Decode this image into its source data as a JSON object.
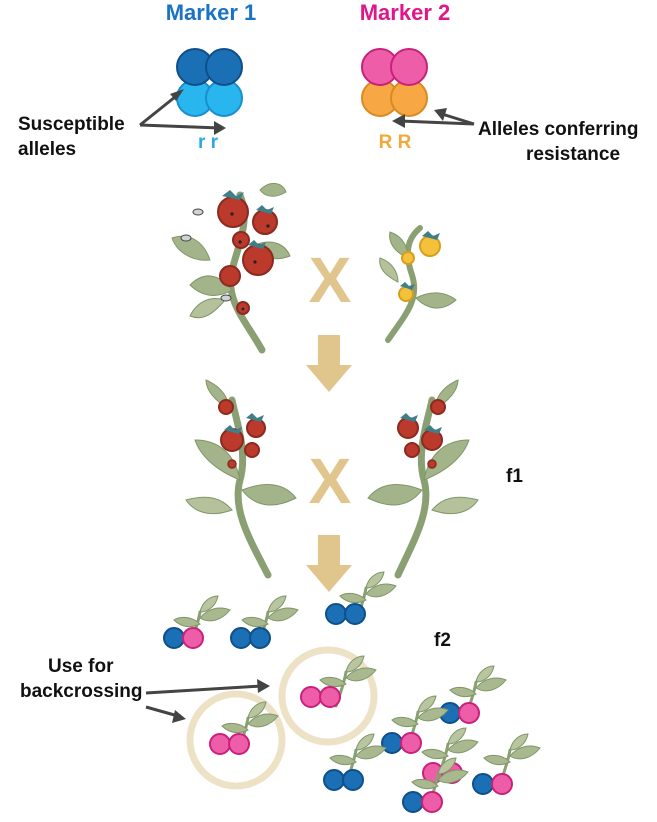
{
  "markers": {
    "marker1": {
      "label": "Marker 1",
      "color": "#1a73c4",
      "genotype": "r r",
      "genotype_color": "#29a8e8"
    },
    "marker2": {
      "label": "Marker 2",
      "color": "#e0178a",
      "genotype": "R R",
      "genotype_color": "#f2a93b"
    }
  },
  "labels": {
    "susceptible_line1": "Susceptible",
    "susceptible_line2": "alleles",
    "resistance_line1": "Alleles conferring",
    "resistance_line2": "resistance",
    "cross_symbol_top": "X",
    "cross_symbol_mid": "X",
    "f1": "f1",
    "f2": "f2",
    "backcross_line1": "Use for",
    "backcross_line2": "backcrossing"
  },
  "colors": {
    "susceptible_dark": "#1a6fb5",
    "susceptible_light": "#29b5ee",
    "resistant_pink": "#ee5ea8",
    "resistant_orange": "#f7a844",
    "cross_tan": "#e0c58c",
    "highlight_ring": "#ede2c6",
    "stem": "#8aa073",
    "leaf": "#a4b48a",
    "fruit_red": "#bb3a2c",
    "fruit_yellow": "#f3c23a",
    "calyx": "#3f7f8a"
  }
}
